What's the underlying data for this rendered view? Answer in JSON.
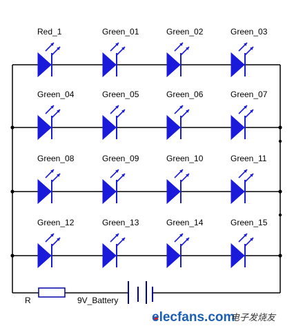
{
  "diagram": {
    "colors": {
      "wire": "#000000",
      "led": "#1a1adb",
      "component": "#0000aa",
      "junction": "#000000"
    },
    "leds": [
      [
        "Red_1",
        "Green_01",
        "Green_02",
        "Green_03"
      ],
      [
        "Green_04",
        "Green_05",
        "Green_06",
        "Green_07"
      ],
      [
        "Green_08",
        "Green_09",
        "Green_10",
        "Green_11"
      ],
      [
        "Green_12",
        "Green_13",
        "Green_14",
        "Green_15"
      ]
    ],
    "resistor_label": "R",
    "battery_label": "9V_Battery",
    "watermark": {
      "site": "elecfans.com",
      "cn": "电子发烧友",
      "site_color": "#1a5fb4",
      "dot_color": "#e01b24"
    }
  }
}
